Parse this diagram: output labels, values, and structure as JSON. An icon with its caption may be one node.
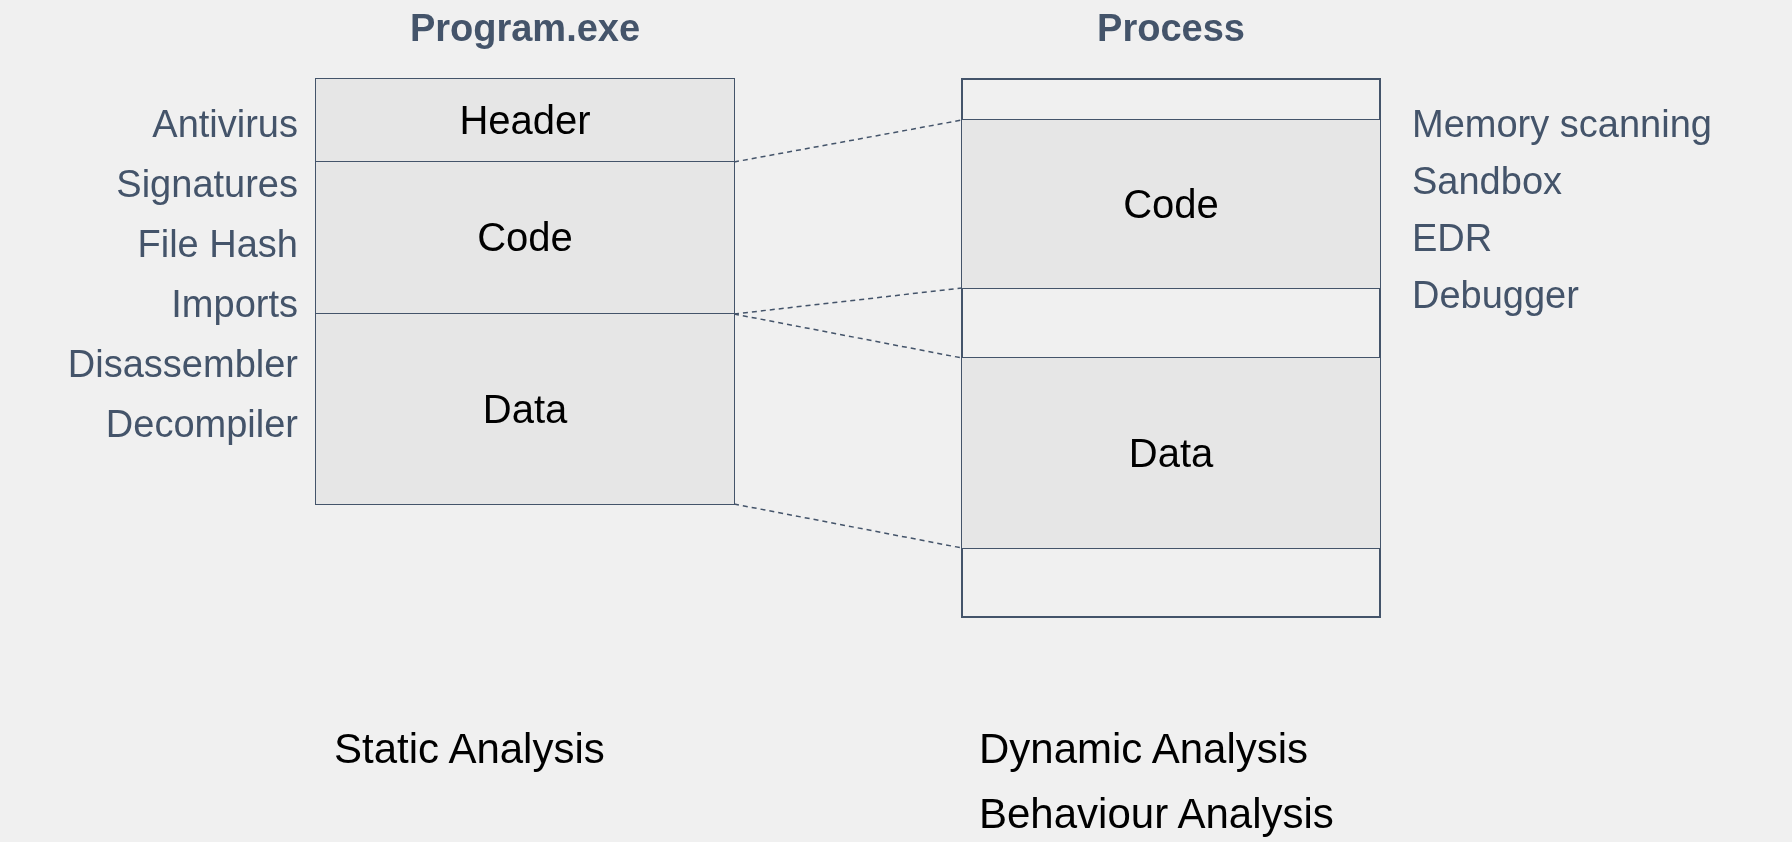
{
  "diagram": {
    "nodes": [
      {
        "text": [
          "Program.exe"
        ]
      },
      {
        "text": [
          "Header"
        ],
        "in": 0
      },
      {
        "text": [
          "Code"
        ],
        "in": 0
      },
      {
        "text": [
          "Data"
        ],
        "in": 0
      },
      {
        "text": [
          "Process"
        ]
      },
      {
        "text": [],
        "shape": "box",
        "in": 4
      },
      {
        "text": [
          "Code"
        ],
        "in": 4
      },
      {
        "text": [],
        "shape": "box",
        "in": 4
      },
      {
        "text": [
          "Data"
        ],
        "in": 4
      },
      {
        "text": [],
        "shape": "box",
        "in": 4
      }
    ],
    "edges": [
      {
        "from": 2,
        "to": 6,
        "arrow": "none",
        "style": "dashed"
      },
      {
        "from": 2,
        "to": 6,
        "arrow": "none",
        "style": "dashed"
      },
      {
        "from": 3,
        "to": 8,
        "arrow": "none",
        "style": "dashed"
      },
      {
        "from": 3,
        "to": 8,
        "arrow": "none",
        "style": "dashed"
      }
    ],
    "labels": [
      "Antivirus",
      "Signatures",
      "File Hash",
      "Imports",
      "Disassembler",
      "Decompiler",
      "Memory scanning",
      "Sandbox",
      "EDR",
      "Debugger",
      "Static Analysis",
      "Dynamic Analysis",
      "Behaviour Analysis"
    ]
  }
}
